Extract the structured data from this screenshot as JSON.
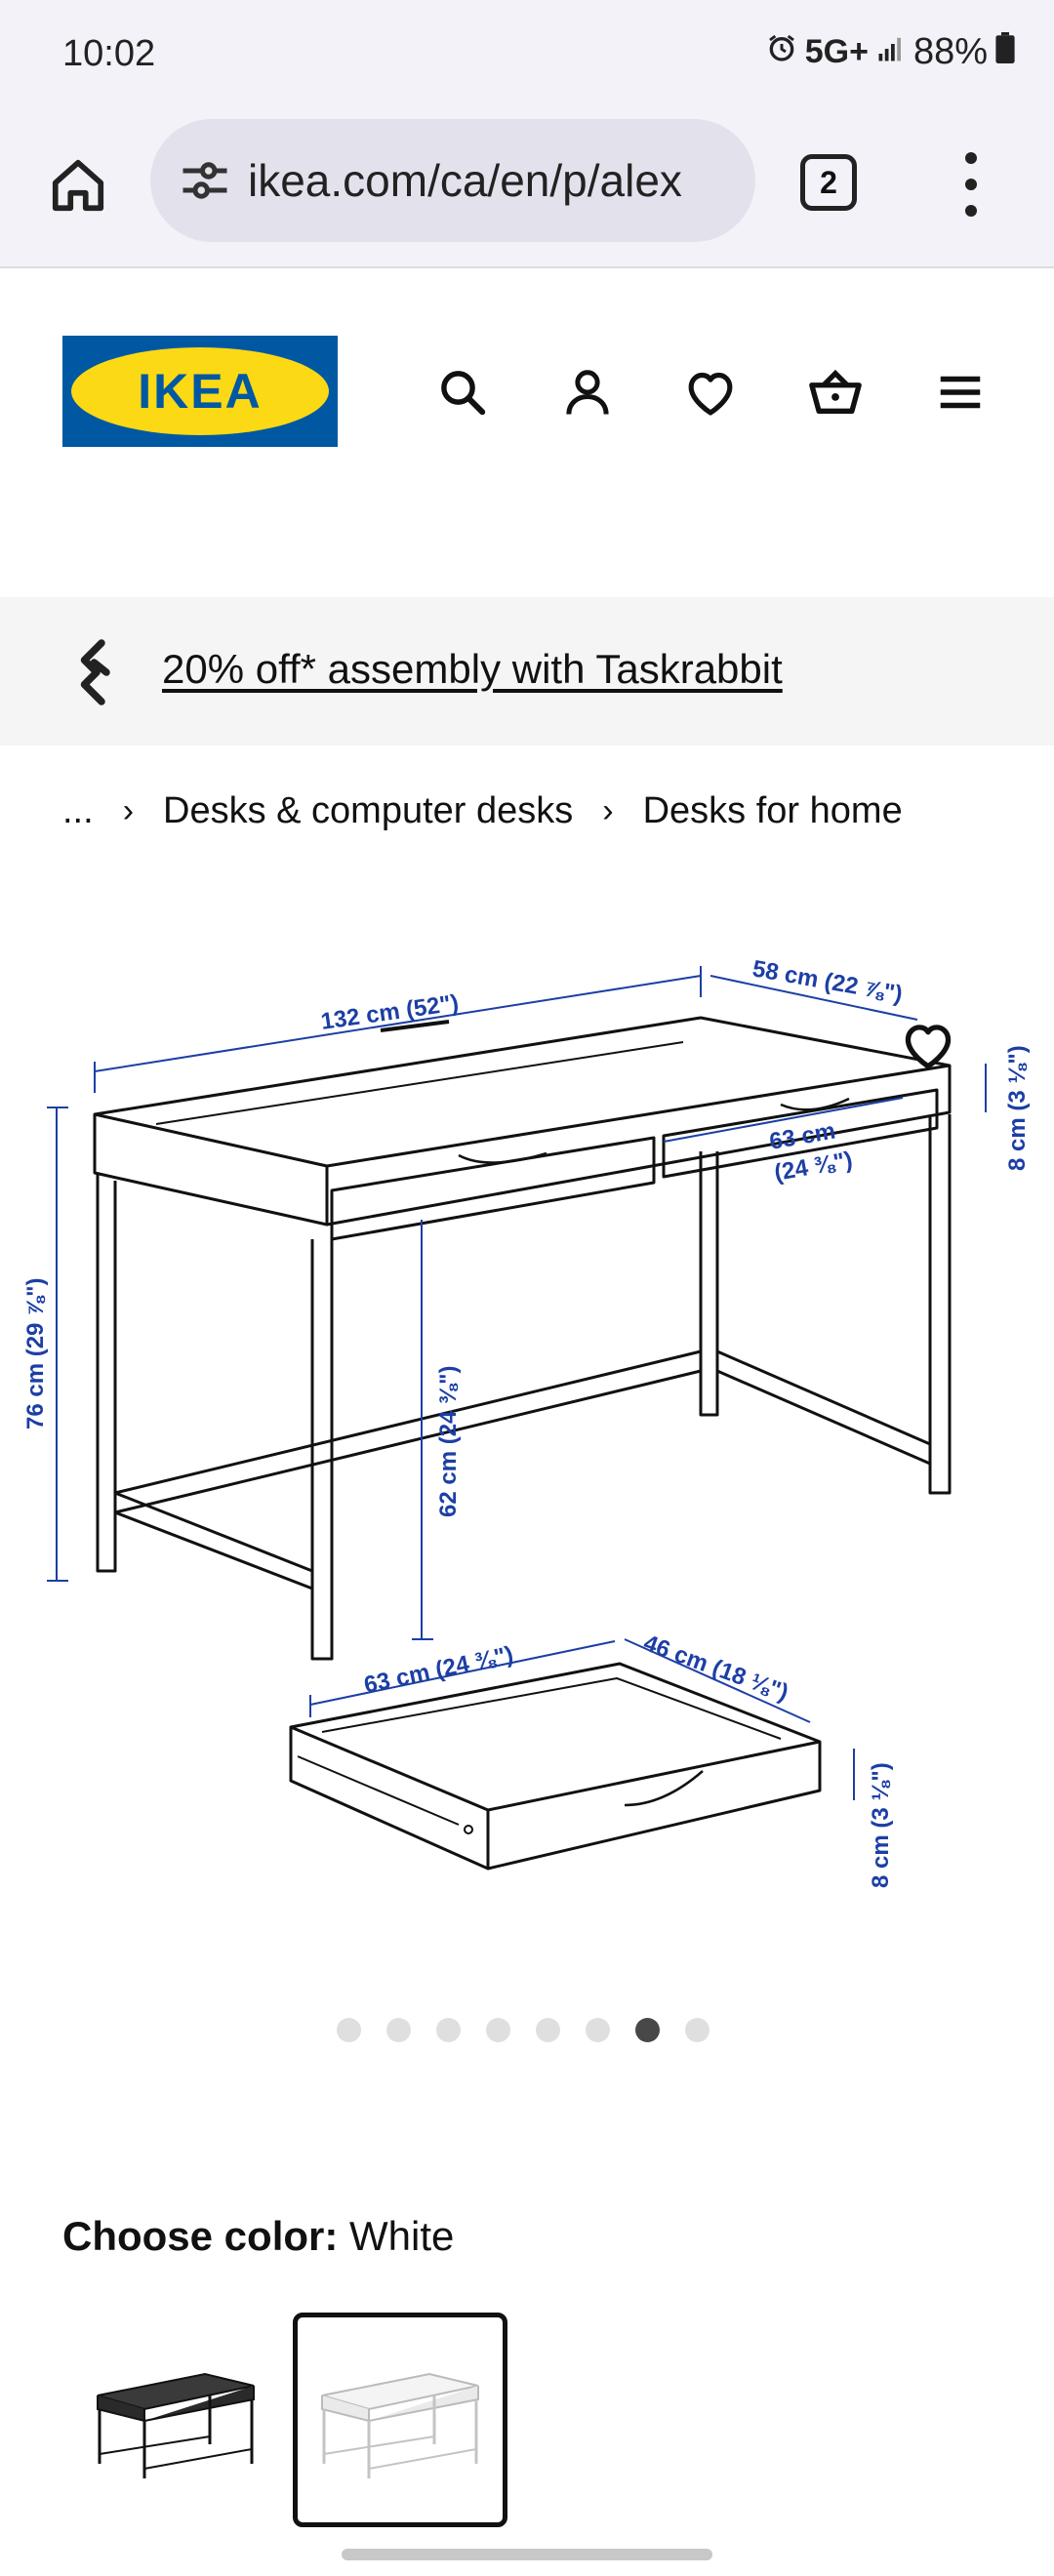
{
  "status_bar": {
    "time": "10:02",
    "network": "5G+",
    "battery": "88%"
  },
  "browser": {
    "url": "ikea.com/ca/en/p/alex",
    "tab_count": "2"
  },
  "header": {
    "logo_text": "IKEA",
    "icons": [
      "search-icon",
      "account-icon",
      "heart-icon",
      "cart-icon",
      "hamburger-menu-icon"
    ]
  },
  "promo": {
    "text": "20% off* assembly with Taskrabbit"
  },
  "breadcrumb": {
    "items": [
      "...",
      "Desks & computer desks",
      "Desks for home"
    ]
  },
  "product_image": {
    "dimensions": {
      "width": "132 cm (52\")",
      "depth": "58 cm (22 ⅞\")",
      "height_side": "8 cm (3 ⅛\")",
      "drawer_width_a": "63 cm",
      "drawer_width_b": "(24 ⅜\")",
      "total_height": "76 cm (29 ⅞\")",
      "under_height": "62 cm (24 ⅜\")",
      "drawer_len": "63 cm (24 ⅜\")",
      "drawer_depth": "46 cm (18 ⅛\")",
      "drawer_height": "8 cm (3 ⅛\")"
    },
    "carousel_total": 8,
    "carousel_active_index": 6
  },
  "color": {
    "label": "Choose color:",
    "value": "White"
  },
  "colors": {
    "accent_blue": "#0058a3",
    "logo_yellow": "#fbd914",
    "dim_blue": "#1c3fa5"
  }
}
